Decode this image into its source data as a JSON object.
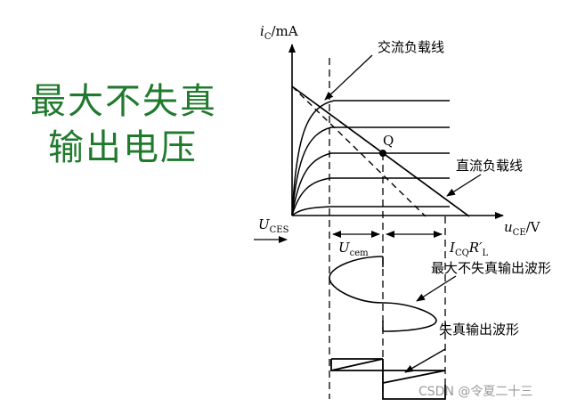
{
  "title": {
    "line1": "最大不失真",
    "line2": "输出电压"
  },
  "labels": {
    "y_axis_var": "i",
    "y_axis_sub": "C",
    "y_axis_unit": "/mA",
    "x_axis_var": "u",
    "x_axis_sub": "CE",
    "x_axis_unit": "/V",
    "ac_load_line": "交流负载线",
    "dc_load_line": "直流负载线",
    "q_point": "Q",
    "uces_var": "U",
    "uces_sub": "CES",
    "ucem_var": "U",
    "ucem_sub": "cem",
    "icq_var": "I",
    "icq_sub": "CQ",
    "rl_var": "R′",
    "rl_sub": "L",
    "max_undistorted_waveform": "最大不失真输出波形",
    "distorted_waveform": "失真输出波形"
  },
  "watermark": "CSDN @令夏二十三",
  "colors": {
    "title": "#1f7a2e",
    "lines": "#000000",
    "watermark": "#9a9a9a"
  }
}
